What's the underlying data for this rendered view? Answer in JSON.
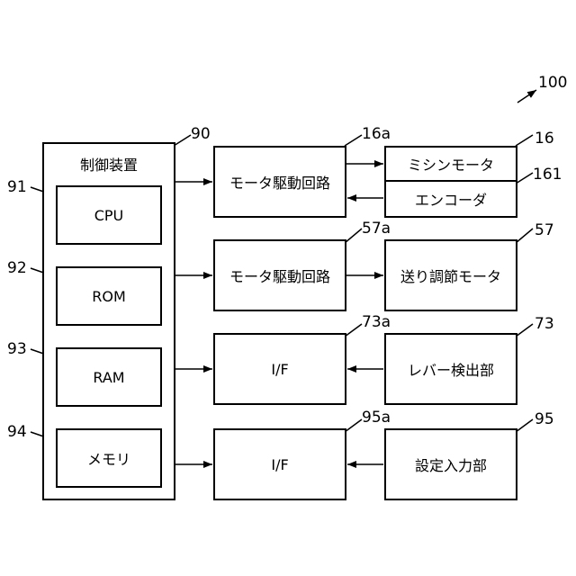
{
  "system_ref": "100",
  "controller": {
    "title": "制御装置",
    "ref": "90",
    "items": [
      {
        "label": "CPU",
        "ref": "91"
      },
      {
        "label": "ROM",
        "ref": "92"
      },
      {
        "label": "RAM",
        "ref": "93"
      },
      {
        "label": "メモリ",
        "ref": "94"
      }
    ]
  },
  "middle": [
    {
      "label": "モータ駆動回路",
      "ref": "16a"
    },
    {
      "label": "モータ駆動回路",
      "ref": "57a"
    },
    {
      "label": "I/F",
      "ref": "73a"
    },
    {
      "label": "I/F",
      "ref": "95a"
    }
  ],
  "right": [
    {
      "label": "ミシンモータ",
      "ref": "16"
    },
    {
      "label": "エンコーダ",
      "ref": "161"
    },
    {
      "label": "送り調節モータ",
      "ref": "57"
    },
    {
      "label": "レバー検出部",
      "ref": "73"
    },
    {
      "label": "設定入力部",
      "ref": "95"
    }
  ]
}
